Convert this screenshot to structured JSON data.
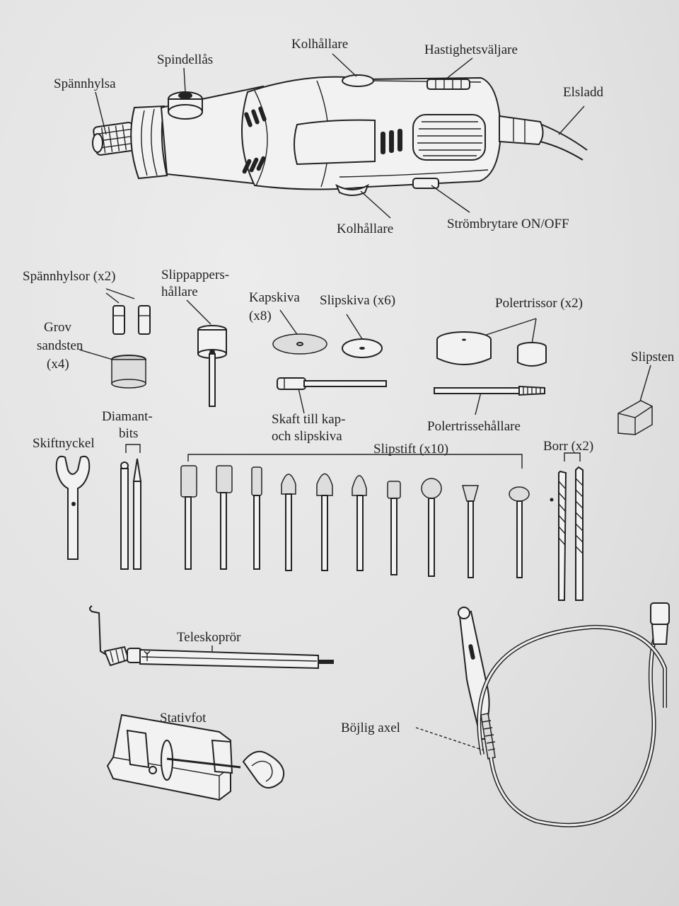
{
  "labels": {
    "spindellas": "Spindellås",
    "kolhallare_top": "Kolhållare",
    "hastighetsvaljare": "Hastighetsväljare",
    "spannhylsa": "Spännhylsa",
    "elsladd": "Elsladd",
    "kolhallare_bottom": "Kolhållare",
    "strombrytare": "Strömbrytare ON/OFF",
    "spannhylsor": "Spännhylsor (x2)",
    "slippappershallare_1": "Slippappers-",
    "slippappershallare_2": "hållare",
    "kapskiva_1": "Kapskiva",
    "kapskiva_2": "(x8)",
    "slipskiva": "Slipskiva (x6)",
    "polertrissor": "Polertrissor (x2)",
    "grov_1": "Grov",
    "grov_2": "sandsten",
    "grov_3": "(x4)",
    "skaft_1": "Skaft till kap-",
    "skaft_2": "och slipskiva",
    "polertrissehallare": "Polertrissehållare",
    "slipsten": "Slipsten",
    "diamant_1": "Diamant-",
    "diamant_2": "bits",
    "skiftnyckel": "Skiftnyckel",
    "slipstift": "Slipstift (x10)",
    "borr": "Borr (x2)",
    "teleskoprör": "Teleskoprör",
    "stativfot": "Stativfot",
    "bojlig_axel": "Böjlig axel"
  }
}
